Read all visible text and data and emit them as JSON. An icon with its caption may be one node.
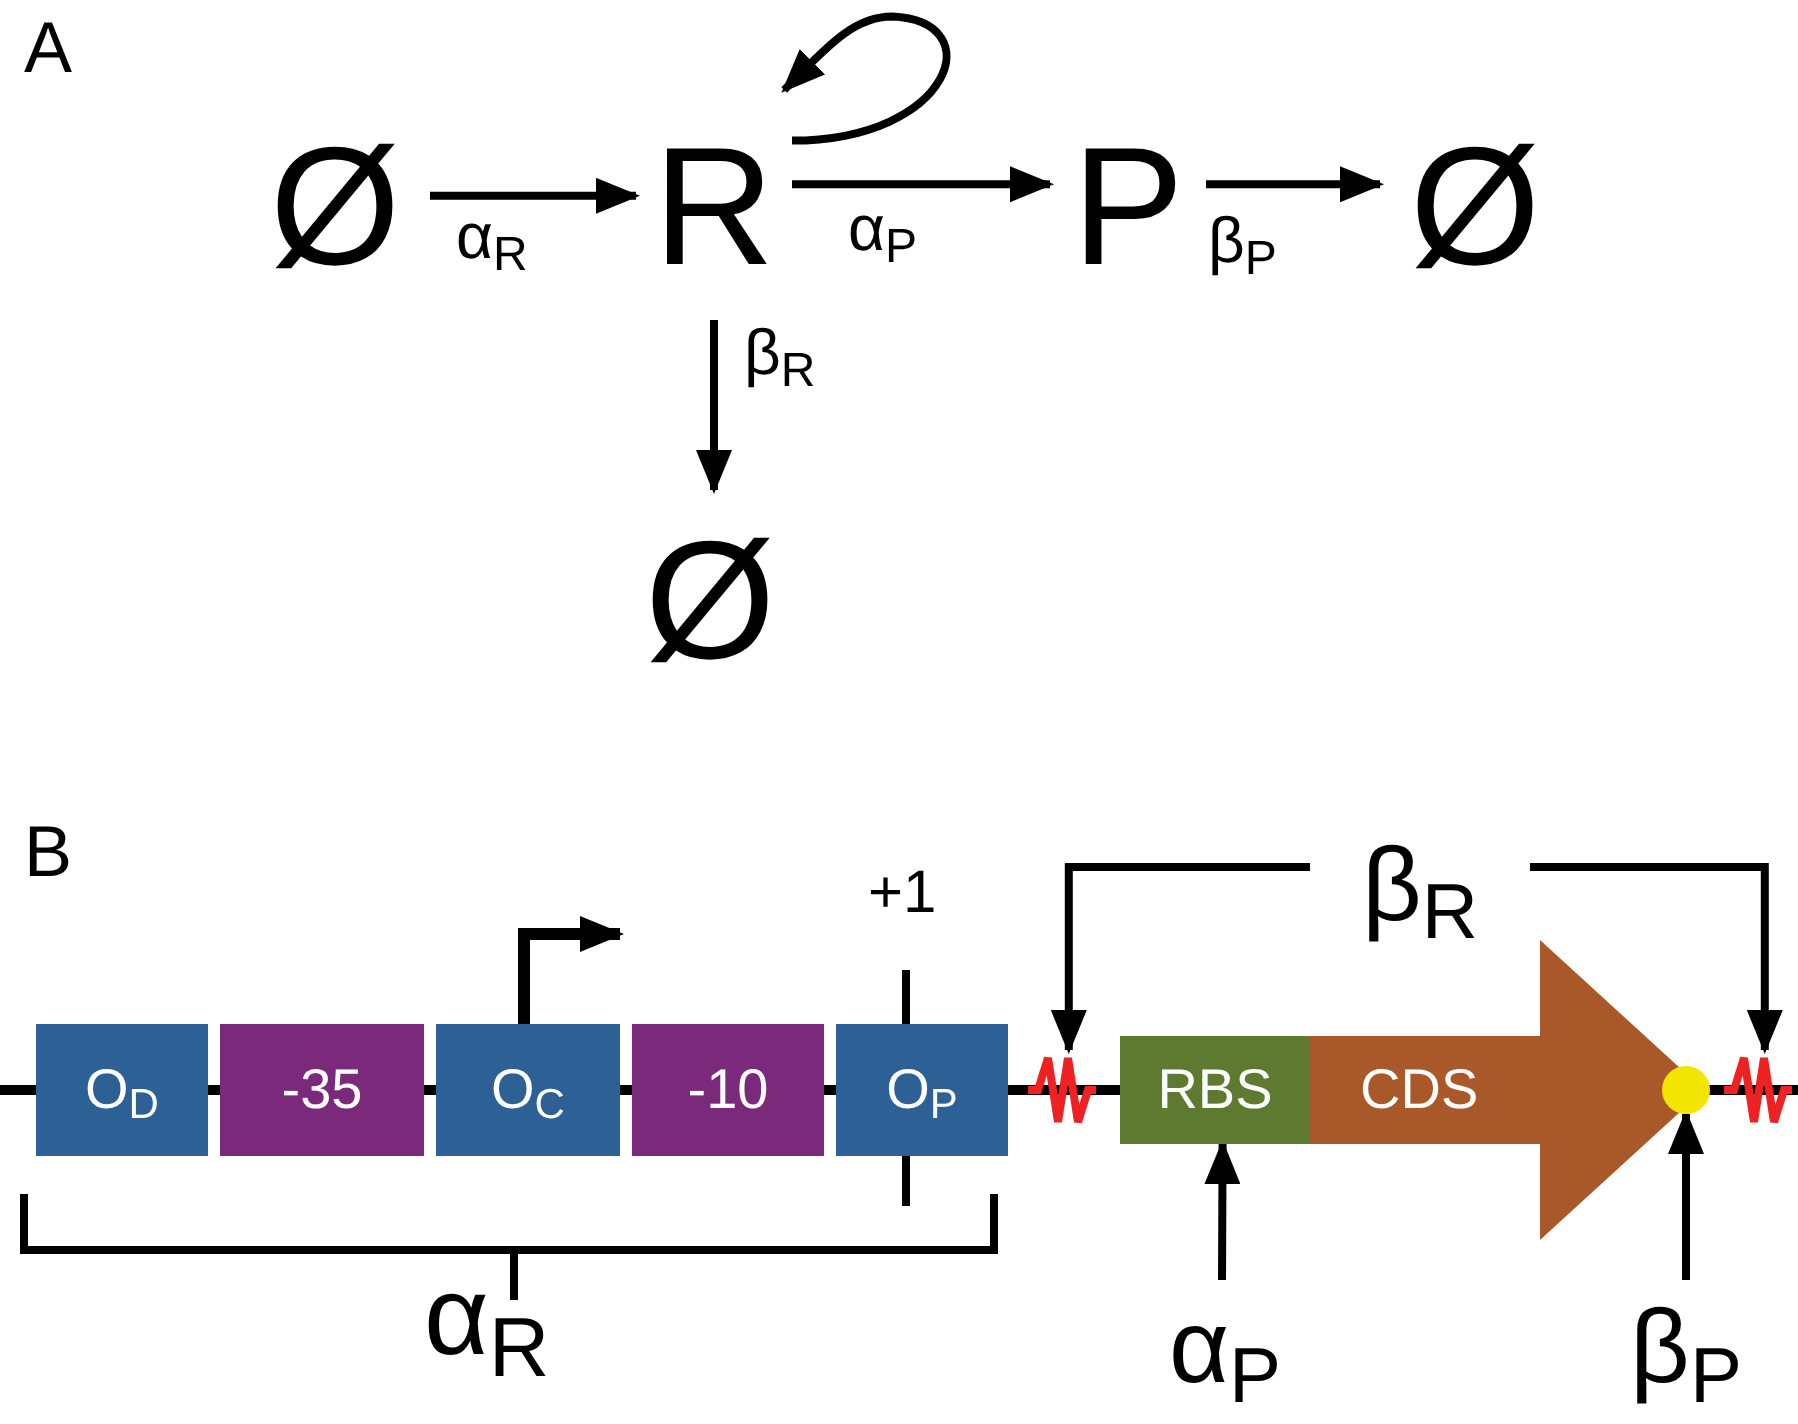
{
  "diagram": {
    "nodes": [
      {
        "text": [
          "Ø"
        ]
      },
      {
        "text": [
          "R"
        ]
      },
      {
        "text": [
          "P"
        ]
      },
      {
        "text": [
          "Ø"
        ]
      },
      {
        "text": [
          "Ø"
        ]
      },
      {
        "text": [
          "β$_{R}$"
        ]
      },
      {
        "text": [
          "O$_{D}$"
        ]
      },
      {
        "text": [
          "-35"
        ]
      },
      {
        "text": [
          "O$_{C}$"
        ]
      },
      {
        "text": [
          "-10"
        ]
      },
      {
        "text": [
          "O$_{P}$"
        ]
      },
      {
        "text": [],
        "shape": "zigzag"
      },
      {
        "text": [
          "RBS"
        ]
      },
      {
        "text": [
          "CDS"
        ]
      },
      {
        "text": [],
        "shape": "circle"
      },
      {
        "text": [],
        "shape": "zigzag"
      },
      {
        "text": [
          "α$_{P}$"
        ]
      },
      {
        "text": [
          "β$_{P}$"
        ]
      }
    ],
    "edges": [
      {
        "from": 0,
        "to": 1,
        "arrow": "to",
        "label": "α$_{R}$"
      },
      {
        "from": 1,
        "to": 2,
        "arrow": "to",
        "label": "α$_{P}$"
      },
      {
        "from": 2,
        "to": 3,
        "arrow": "to",
        "label": "β$_{P}$"
      },
      {
        "from": 1,
        "to": 4,
        "arrow": "to",
        "label": "β$_{R}$"
      },
      {
        "from": 1,
        "to": 1,
        "arrow": "to"
      },
      {
        "from": 5,
        "to": 11,
        "arrow": "to"
      },
      {
        "from": 5,
        "to": 15,
        "arrow": "to"
      },
      {
        "from": 16,
        "to": 12,
        "arrow": "to"
      },
      {
        "from": 17,
        "to": 14,
        "arrow": "to"
      }
    ],
    "labels": [
      "A",
      "B",
      "+1",
      "α$_{R}$"
    ]
  }
}
